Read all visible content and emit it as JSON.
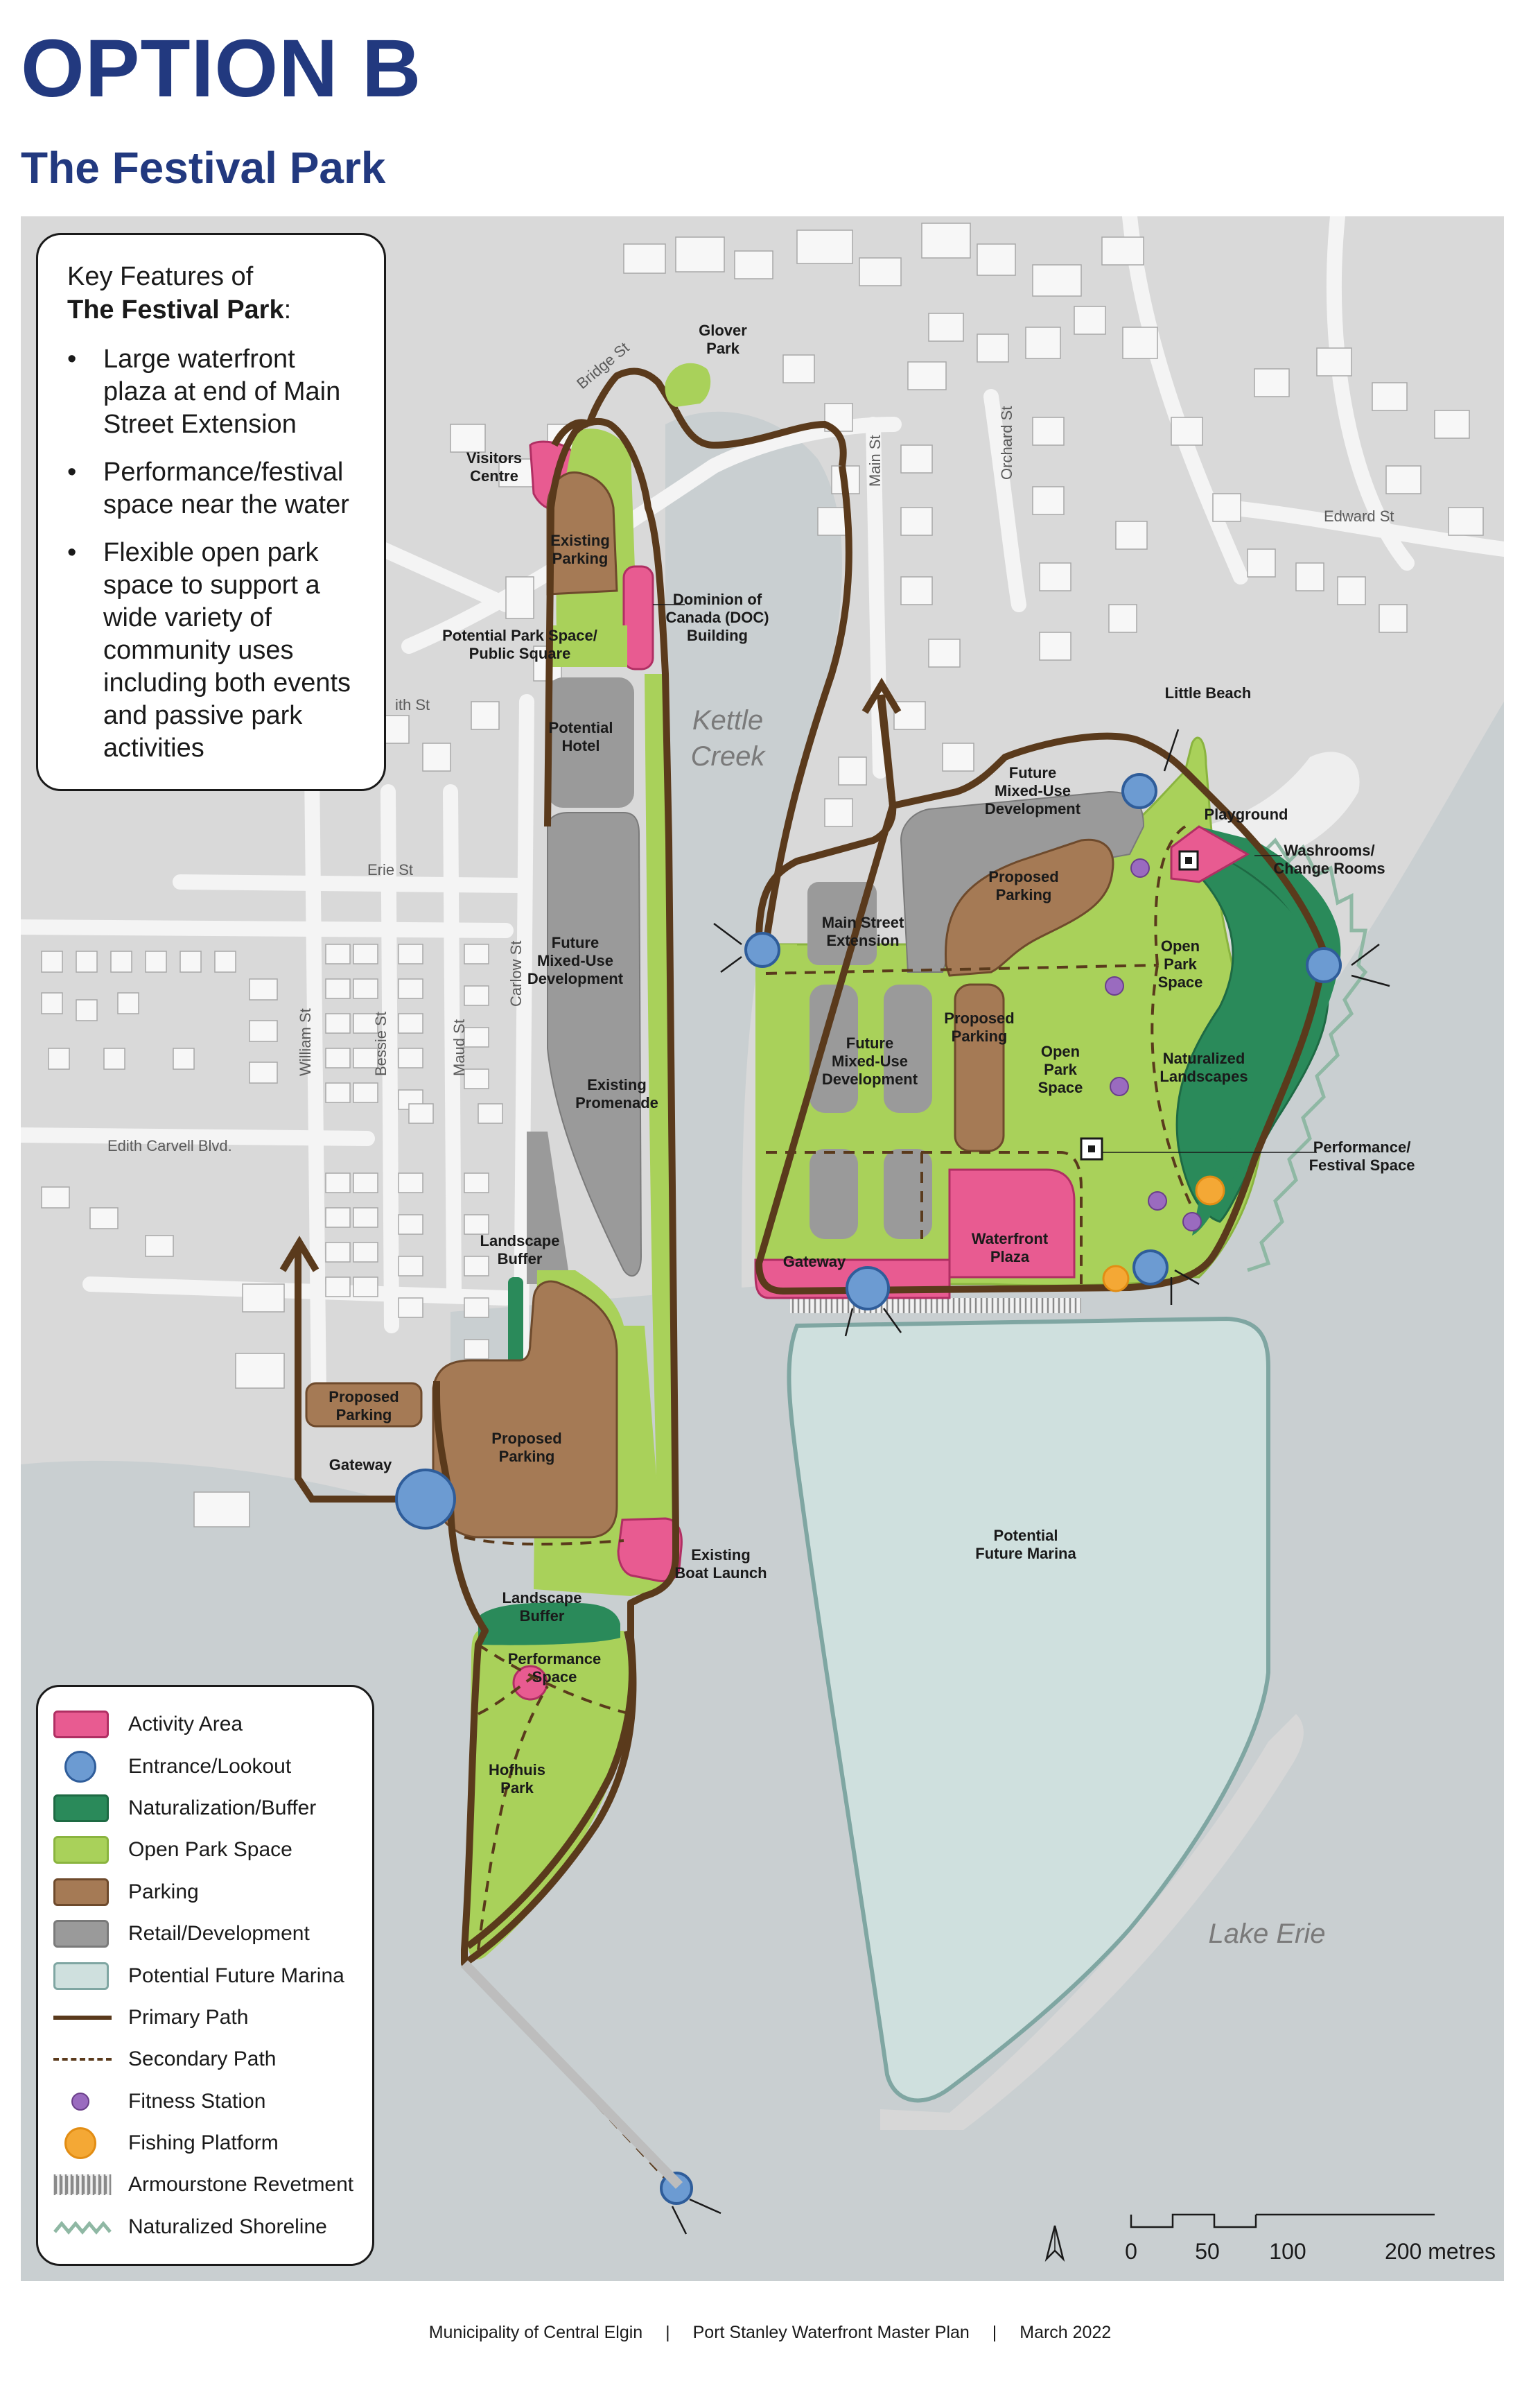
{
  "header": {
    "title": "OPTION B",
    "subtitle": "The Festival Park"
  },
  "key_features": {
    "heading_line1": "Key Features of",
    "heading_line2": "The Festival Park",
    "heading_colon": ":",
    "items": [
      "Large waterfront plaza at end of Main Street Extension",
      "Performance/festival space near the water",
      "Flexible open park space to support a wide variety of community uses including both events and passive park activities"
    ]
  },
  "map_labels": {
    "glover_park": [
      "Glover",
      "Park"
    ],
    "visitors_centre": [
      "Visitors",
      "Centre"
    ],
    "existing_parking_north": [
      "Existing",
      "Parking"
    ],
    "doc_building": [
      "Dominion of",
      "Canada (DOC)",
      "Building"
    ],
    "potential_park_space": [
      "Potential Park Space/",
      "Public Square"
    ],
    "potential_hotel": [
      "Potential",
      "Hotel"
    ],
    "future_mixed_use_west": [
      "Future",
      "Mixed-Use",
      "Development"
    ],
    "existing_promenade": [
      "Existing",
      "Promenade"
    ],
    "landscape_buffer_west": [
      "Landscape",
      "Buffer"
    ],
    "proposed_parking_small": [
      "Proposed",
      "Parking"
    ],
    "proposed_parking_large": [
      "Proposed",
      "Parking"
    ],
    "gateway_west": "Gateway",
    "existing_boat_launch": [
      "Existing",
      "Boat Launch"
    ],
    "landscape_buffer_south": [
      "Landscape",
      "Buffer"
    ],
    "performance_space": [
      "Performance",
      "Space"
    ],
    "hofhuis_park": [
      "Hofhuis",
      "Park"
    ],
    "kettle_creek": [
      "Kettle",
      "Creek"
    ],
    "future_mixed_use_ne": [
      "Future",
      "Mixed-Use",
      "Development"
    ],
    "main_street_extension": [
      "Main Street",
      "Extension"
    ],
    "proposed_parking_ne": [
      "Proposed",
      "Parking"
    ],
    "proposed_parking_mid": [
      "Proposed",
      "Parking"
    ],
    "future_mixed_use_east": [
      "Future",
      "Mixed-Use",
      "Development"
    ],
    "open_park_space_mid": [
      "Open",
      "Park",
      "Space"
    ],
    "open_park_space_east": [
      "Open",
      "Park",
      "Space"
    ],
    "naturalized_landscapes": [
      "Naturalized",
      "Landscapes"
    ],
    "playground": "Playground",
    "washrooms": [
      "Washrooms/",
      "Change Rooms"
    ],
    "performance_festival": [
      "Performance/",
      "Festival Space"
    ],
    "waterfront_plaza": [
      "Waterfront",
      "Plaza"
    ],
    "gateway_east": "Gateway",
    "little_beach": "Little Beach",
    "potential_future_marina": [
      "Potential",
      "Future Marina"
    ],
    "lake_erie": "Lake Erie"
  },
  "streets": {
    "bridge_st": "Bridge St",
    "main_st": "Main St",
    "orchard_st": "Orchard St",
    "edward_st": "Edward St",
    "smith_st": "ith St",
    "erie_st": "Erie St",
    "carlow_st": "Carlow St",
    "william_st": "William St",
    "bessie_st": "Bessie St",
    "maud_st": "Maud St",
    "edith_carvell": "Edith Carvell Blvd."
  },
  "legend": {
    "items": [
      {
        "label": "Activity Area",
        "kind": "rect",
        "fill": "#e85b91",
        "stroke": "#b02f63"
      },
      {
        "label": "Entrance/Lookout",
        "kind": "circle",
        "fill": "#6c9bd2",
        "stroke": "#2f5d9a"
      },
      {
        "label": "Naturalization/Buffer",
        "kind": "rect",
        "fill": "#2a8a5a",
        "stroke": "#1e6a44"
      },
      {
        "label": "Open Park Space",
        "kind": "rect",
        "fill": "#a9d15a",
        "stroke": "#8ab43f"
      },
      {
        "label": "Parking",
        "kind": "rect",
        "fill": "#a57a55",
        "stroke": "#6e4a2c"
      },
      {
        "label": "Retail/Development",
        "kind": "rect",
        "fill": "#9a9a9a",
        "stroke": "#7a7a7a"
      },
      {
        "label": "Potential Future Marina",
        "kind": "rect",
        "fill": "#cfe0de",
        "stroke": "#7fa6a2"
      },
      {
        "label": "Primary Path",
        "kind": "line-solid",
        "stroke": "#5a3a1c"
      },
      {
        "label": "Secondary Path",
        "kind": "line-dashed",
        "stroke": "#5a3a1c"
      },
      {
        "label": "Fitness Station",
        "kind": "dot",
        "fill": "#9a6bbf"
      },
      {
        "label": "Fishing Platform",
        "kind": "circle",
        "fill": "#f4a835",
        "stroke": "#e28d14"
      },
      {
        "label": "Armourstone Revetment",
        "kind": "hatch",
        "stroke": "#8a8a8a"
      },
      {
        "label": "Naturalized Shoreline",
        "kind": "zigzag",
        "stroke": "#8fb8a4"
      }
    ]
  },
  "scale_bar": {
    "ticks": [
      "0",
      "50",
      "100",
      "200 metres"
    ],
    "north_arrow": "north-arrow"
  },
  "footer": {
    "municipality": "Municipality of Central Elgin",
    "project": "Port Stanley Waterfront Master Plan",
    "date": "March 2022",
    "separator": "|"
  },
  "colors": {
    "title": "#22397f",
    "activity": "#e85b91",
    "entrance": "#6c9bd2",
    "naturalization": "#2a8a5a",
    "open_park": "#a9d15a",
    "parking": "#a57a55",
    "retail": "#9a9a9a",
    "marina": "#cfe0de",
    "primary_path": "#5a3a1c",
    "fitness": "#9a6bbf",
    "fishing": "#f4a835",
    "water": "#c8ced0",
    "land": "#dcdcdc"
  }
}
